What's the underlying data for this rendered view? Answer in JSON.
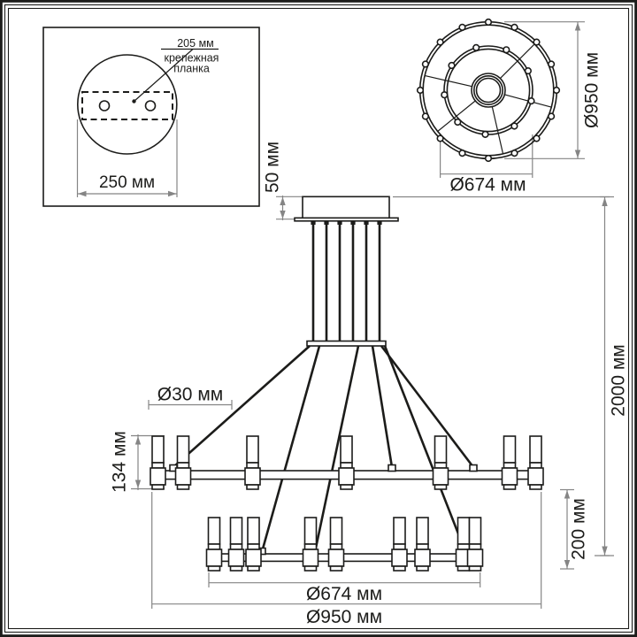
{
  "colors": {
    "ink": "#1c1c1a",
    "dim_line": "#858585",
    "background": "#ffffff"
  },
  "inset": {
    "dim_plate_width": "205 мм",
    "plate_label_line1": "крепежная",
    "plate_label_line2": "планка",
    "dim_canopy_diameter": "250 мм"
  },
  "top_view": {
    "dim_outer_diameter": "Ø950 мм",
    "dim_inner_diameter": "Ø674 мм"
  },
  "front_view": {
    "dim_canopy_height": "50 мм",
    "dim_lamp_diameter": "Ø30 мм",
    "dim_lamp_height": "134 мм",
    "dim_total_height": "2000 мм",
    "dim_tier_gap": "200 мм",
    "dim_inner_ring": "Ø674 мм",
    "dim_outer_ring": "Ø950 мм"
  }
}
